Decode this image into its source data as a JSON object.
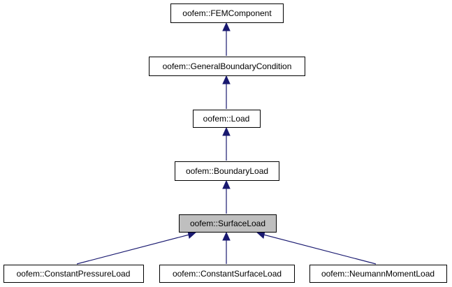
{
  "diagram": {
    "type": "class-inheritance-graph",
    "colors": {
      "edge": "#191970",
      "node_border": "#000000",
      "node_fill": "#ffffff",
      "current_node_fill": "#bfbfbf"
    },
    "nodes": [
      {
        "id": "fem_component",
        "label": "oofem::FEMComponent",
        "current": false
      },
      {
        "id": "general_boundary_condition",
        "label": "oofem::GeneralBoundaryCondition",
        "current": false
      },
      {
        "id": "load",
        "label": "oofem::Load",
        "current": false
      },
      {
        "id": "boundary_load",
        "label": "oofem::BoundaryLoad",
        "current": false
      },
      {
        "id": "surface_load",
        "label": "oofem::SurfaceLoad",
        "current": true
      },
      {
        "id": "constant_pressure_load",
        "label": "oofem::ConstantPressureLoad",
        "current": false
      },
      {
        "id": "constant_surface_load",
        "label": "oofem::ConstantSurfaceLoad",
        "current": false
      },
      {
        "id": "neumann_moment_load",
        "label": "oofem::NeumannMomentLoad",
        "current": false
      }
    ],
    "edges": [
      {
        "from": "general_boundary_condition",
        "to": "fem_component"
      },
      {
        "from": "load",
        "to": "general_boundary_condition"
      },
      {
        "from": "boundary_load",
        "to": "load"
      },
      {
        "from": "surface_load",
        "to": "boundary_load"
      },
      {
        "from": "constant_pressure_load",
        "to": "surface_load"
      },
      {
        "from": "constant_surface_load",
        "to": "surface_load"
      },
      {
        "from": "neumann_moment_load",
        "to": "surface_load"
      }
    ]
  }
}
